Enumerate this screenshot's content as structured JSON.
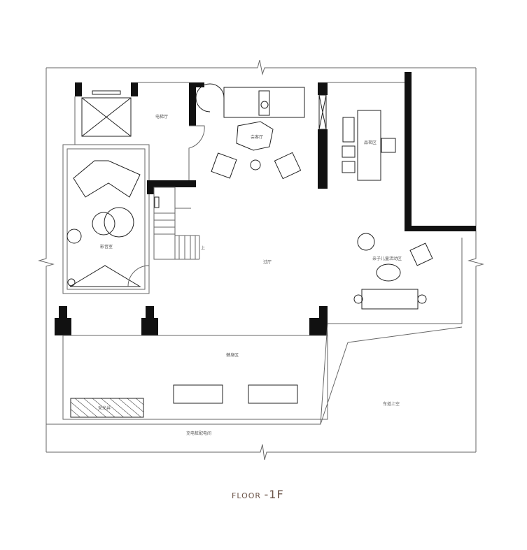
{
  "plan": {
    "floor_label_prefix": "FLOOR",
    "floor_label_level": "-1F",
    "rooms": {
      "elevator_hall": "电梯厅",
      "reception": "会客厅",
      "tea_area": "品茗区",
      "hallway": "过厅",
      "kids_area": "亲子儿童活动区",
      "media_room": "影音室",
      "gym": "健身区",
      "light_well": "采光井",
      "driveway_void": "车道上空",
      "charging_room": "充电桩配电间",
      "stairs_up": "上"
    },
    "colors": {
      "label": "#6b5448",
      "wall": "#111111",
      "line": "#666666"
    }
  }
}
